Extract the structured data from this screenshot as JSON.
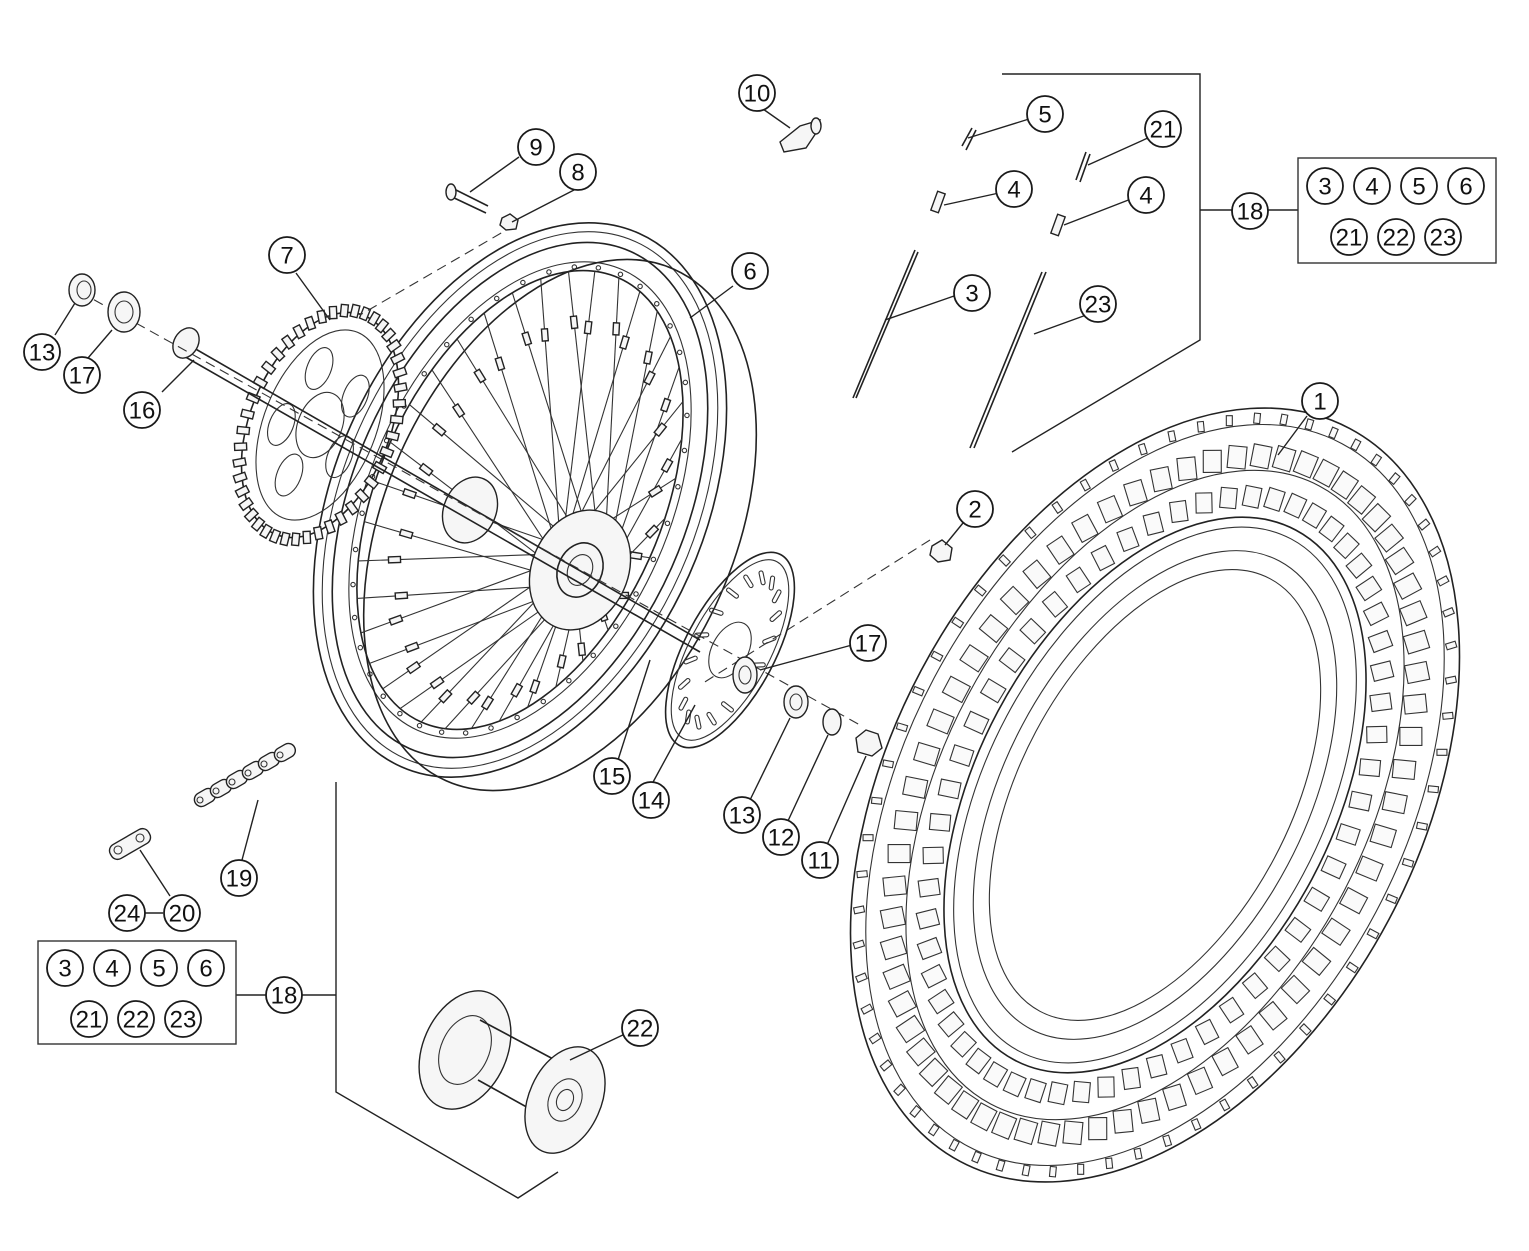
{
  "callouts": [
    {
      "id": "c1",
      "label": "1"
    },
    {
      "id": "c2",
      "label": "2"
    },
    {
      "id": "c3",
      "label": "3"
    },
    {
      "id": "c4a",
      "label": "4"
    },
    {
      "id": "c4b",
      "label": "4"
    },
    {
      "id": "c5",
      "label": "5"
    },
    {
      "id": "c6",
      "label": "6"
    },
    {
      "id": "c7",
      "label": "7"
    },
    {
      "id": "c8",
      "label": "8"
    },
    {
      "id": "c9",
      "label": "9"
    },
    {
      "id": "c10",
      "label": "10"
    },
    {
      "id": "c11",
      "label": "11"
    },
    {
      "id": "c12",
      "label": "12"
    },
    {
      "id": "c13a",
      "label": "13"
    },
    {
      "id": "c13b",
      "label": "13"
    },
    {
      "id": "c14",
      "label": "14"
    },
    {
      "id": "c15",
      "label": "15"
    },
    {
      "id": "c16",
      "label": "16"
    },
    {
      "id": "c17a",
      "label": "17"
    },
    {
      "id": "c17b",
      "label": "17"
    },
    {
      "id": "c18a",
      "label": "18"
    },
    {
      "id": "c18b",
      "label": "18"
    },
    {
      "id": "c19",
      "label": "19"
    },
    {
      "id": "c20",
      "label": "20"
    },
    {
      "id": "c21",
      "label": "21"
    },
    {
      "id": "c22",
      "label": "22"
    },
    {
      "id": "c23",
      "label": "23"
    },
    {
      "id": "c24",
      "label": "24"
    }
  ],
  "kits": [
    {
      "id": "kit-top",
      "items": [
        "3",
        "4",
        "5",
        "6",
        "21",
        "22",
        "23"
      ]
    },
    {
      "id": "kit-bottom",
      "items": [
        "3",
        "4",
        "5",
        "6",
        "21",
        "22",
        "23"
      ]
    }
  ]
}
